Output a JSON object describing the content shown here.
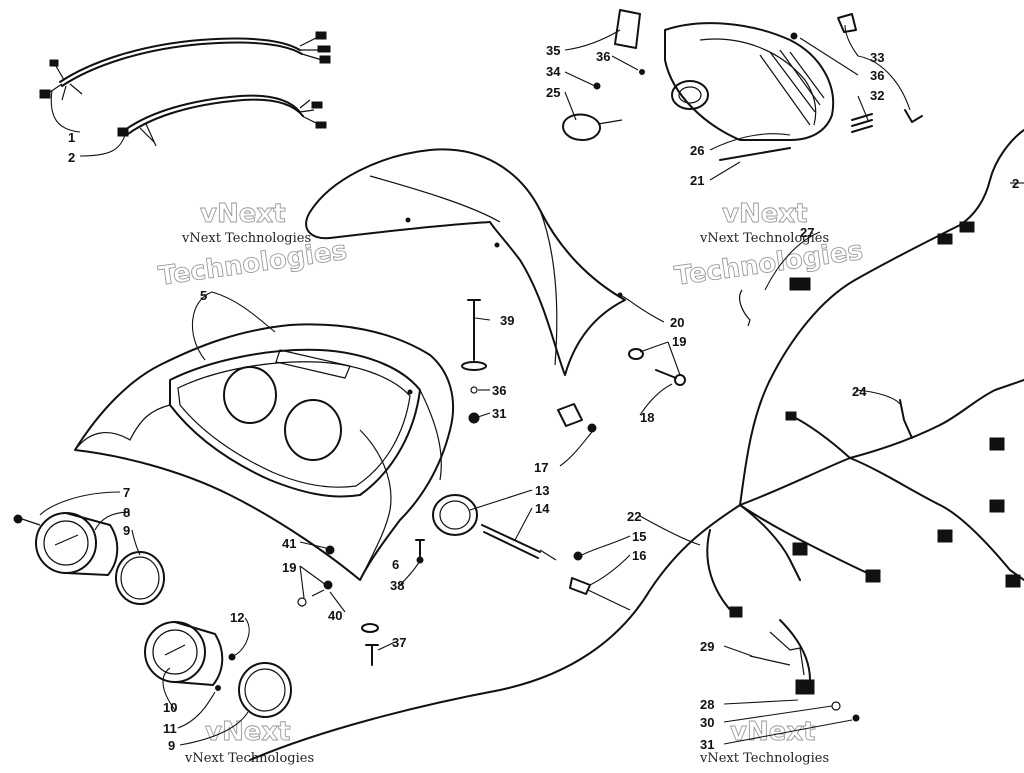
{
  "colors": {
    "ink": "#111111",
    "paper": "#ffffff",
    "watermark_outline": "#9a9a9a"
  },
  "watermark": {
    "small_text": "vNext Technologies",
    "big_line1": "vNext",
    "big_line2": "Technologies"
  },
  "callouts": [
    "1",
    "2",
    "5",
    "7",
    "8",
    "9",
    "9",
    "10",
    "11",
    "12",
    "13",
    "14",
    "15",
    "16",
    "17",
    "18",
    "19",
    "19",
    "20",
    "21",
    "22",
    "24",
    "25",
    "26",
    "27",
    "28",
    "29",
    "30",
    "31",
    "31",
    "32",
    "33",
    "34",
    "35",
    "36",
    "36",
    "36",
    "37",
    "38",
    "39",
    "40",
    "41",
    "6",
    "2"
  ]
}
